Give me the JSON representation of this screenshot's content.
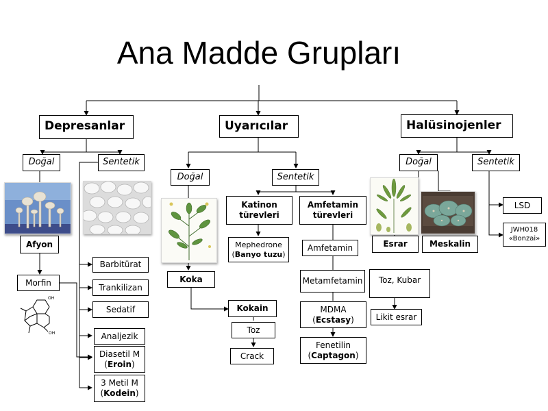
{
  "title": "Ana Madde Grupları",
  "depresanlar": {
    "label": "Depresanlar",
    "dogal": "Doğal",
    "sentetik": "Sentetik",
    "afyon": "Afyon",
    "morfin": "Morfin",
    "barbiturat": "Barbitürat",
    "trankilizan": "Trankilizan",
    "sedatif": "Sedatif",
    "analjezik": "Analjezik",
    "diasetil_line1": "Diasetil M",
    "diasetil_line2": "Eroin",
    "metil_line1": "3 Metil M",
    "metil_line2": "Kodein",
    "morphine_oh": "OH"
  },
  "uyaricilar": {
    "label": "Uyarıcılar",
    "dogal": "Doğal",
    "sentetik": "Sentetik",
    "katinon": "Katinon türevleri",
    "amfetamin_turev": "Amfetamin türevleri",
    "mephedrone_line1": "Mephedrone",
    "mephedrone_line2": "Banyo tuzu",
    "amfetamin": "Amfetamin",
    "metamfetamin": "Metamfetamin",
    "mdma_line1": "MDMA",
    "mdma_line2": "Ecstasy",
    "fenetilin_line1": "Fenetilin",
    "fenetilin_line2": "Captagon",
    "koka": "Koka",
    "kokain": "Kokain",
    "toz": "Toz",
    "crack": "Crack"
  },
  "halusinojenler": {
    "label": "Halüsinojenler",
    "dogal": "Doğal",
    "sentetik": "Sentetik",
    "esrar": "Esrar",
    "meskalin": "Meskalin",
    "toz_kubar": "Toz, Kubar",
    "likit_esrar": "Likit esrar",
    "lsd": "LSD",
    "jwh_line1": "JWH018",
    "jwh_line2": "«Bonzai»"
  }
}
